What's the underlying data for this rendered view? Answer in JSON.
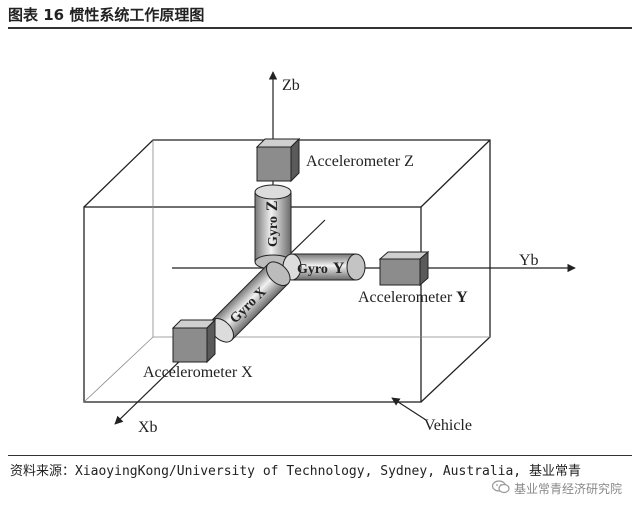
{
  "header": {
    "title": "图表 16 惯性系统工作原理图"
  },
  "diagram": {
    "axes": {
      "z": "Zb",
      "y": "Yb",
      "x": "Xb"
    },
    "components": {
      "accel_z": "Accelerometer Z",
      "accel_y_prefix": "Accelerometer ",
      "accel_y_axis": "Y",
      "accel_x": "Accelerometer X",
      "gyro_z_word": "Gyro",
      "gyro_z_axis": "Z",
      "gyro_y_word": "Gyro",
      "gyro_y_axis": "Y",
      "gyro_x": "Gyro X",
      "vehicle": "Vehicle"
    }
  },
  "footer": {
    "source": "资料来源：XiaoyingKong/University of Technology, Sydney, Australia, 基业常青",
    "watermark": "基业常青经济研究院",
    "watermark_icon": "wechat-icon"
  }
}
